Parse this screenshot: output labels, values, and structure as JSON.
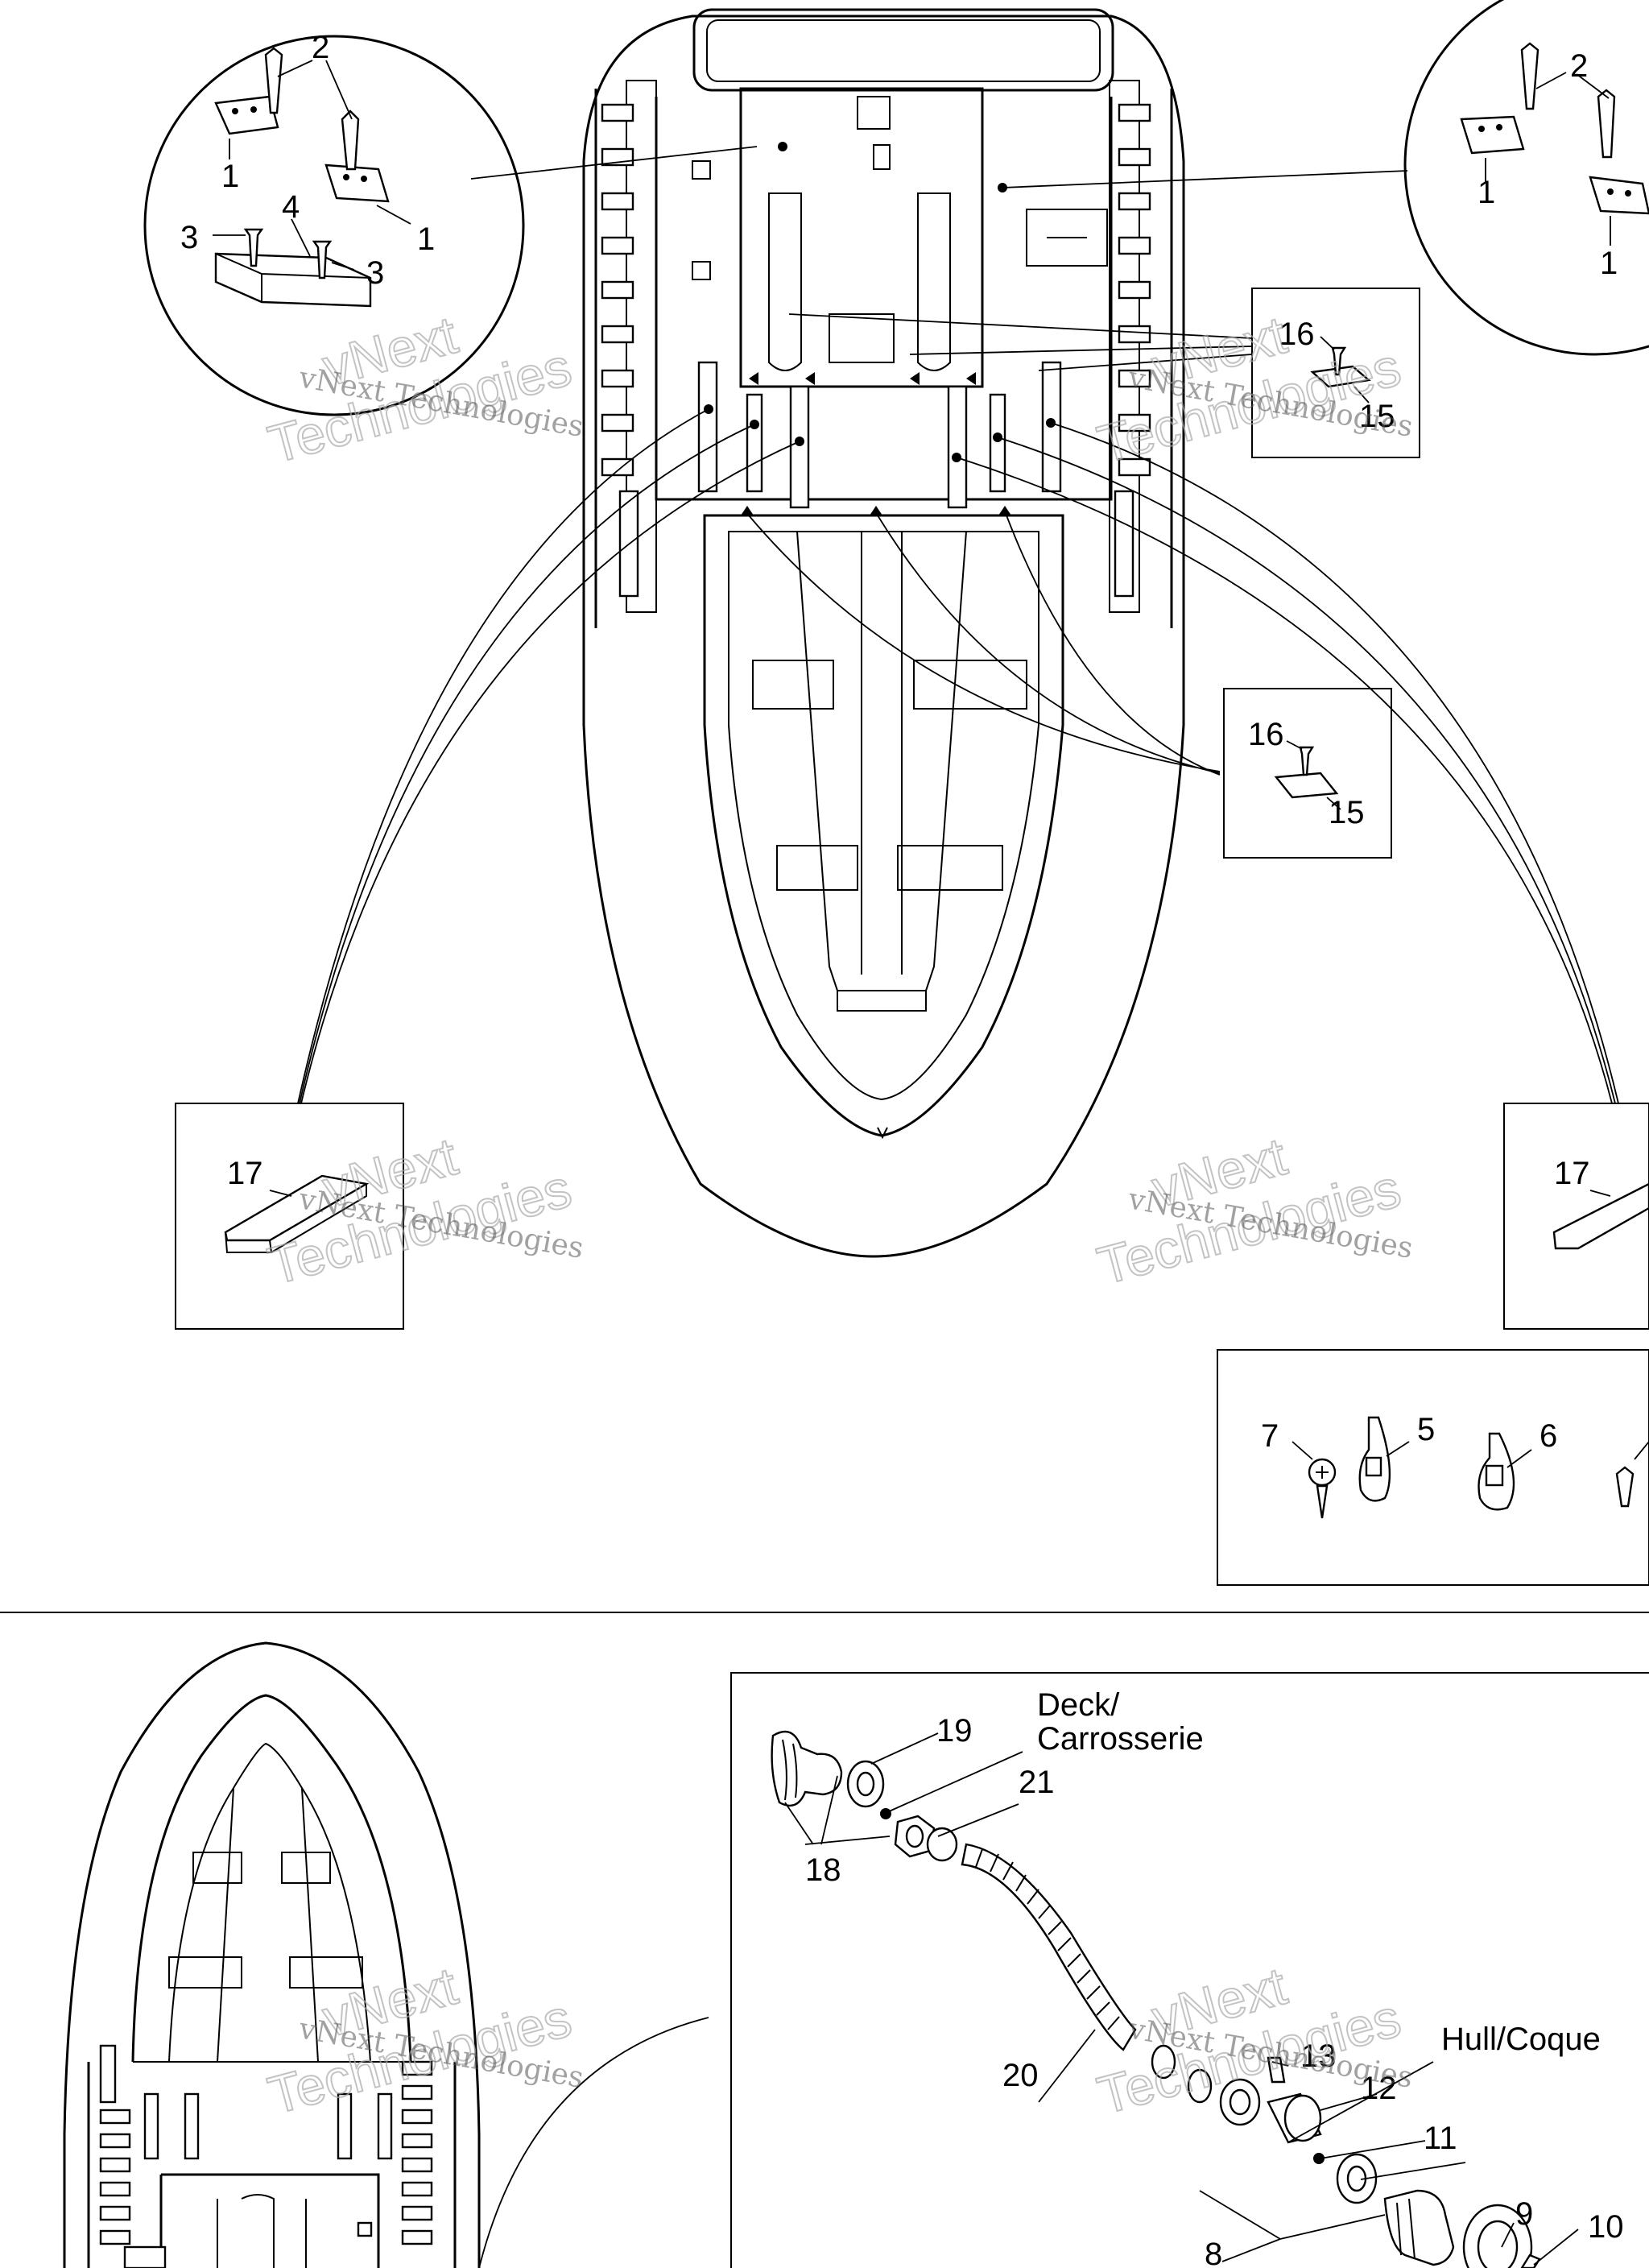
{
  "callouts": {
    "c1a": "1",
    "c1b": "1",
    "c2a": "2",
    "c3a": "3",
    "c3b": "3",
    "c4": "4",
    "c1c": "1",
    "c1d": "1",
    "c2b": "2",
    "c16a": "16",
    "c15a": "15",
    "c16b": "16",
    "c15b": "15",
    "c17a": "17",
    "c17b": "17",
    "c7": "7",
    "c5": "5",
    "c6": "6",
    "c19": "19",
    "c21": "21",
    "c18": "18",
    "c20": "20",
    "c13": "13",
    "c12": "12",
    "c11": "11",
    "c9": "9",
    "c10": "10",
    "c8": "8"
  },
  "captions": {
    "deck_line1": "Deck/",
    "deck_line2": "Carrosserie",
    "hull": "Hull/Coque"
  },
  "watermark": {
    "line1": "vNext Technologies",
    "line2": "vNext",
    "line3": "Technologies"
  }
}
